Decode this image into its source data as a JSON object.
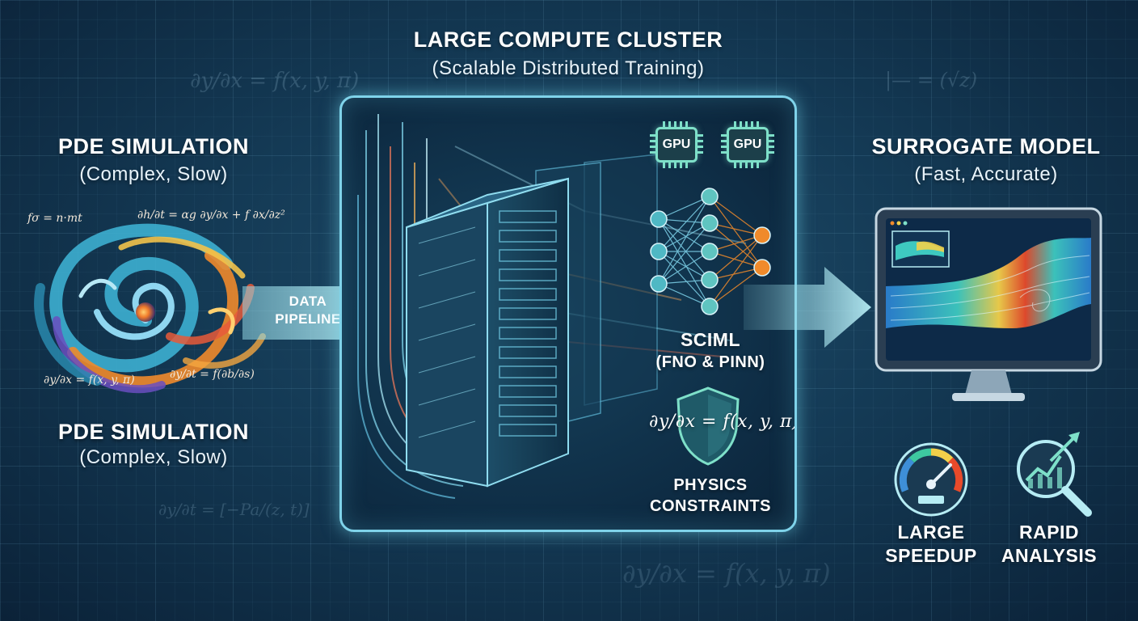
{
  "header": {
    "title": "LARGE COMPUTE CLUSTER",
    "subtitle": "(Scalable Distributed Training)"
  },
  "left": {
    "title": "PDE SIMULATION",
    "subtitle": "(Complex, Slow)",
    "title_repeat": "PDE SIMULATION",
    "subtitle_repeat": "(Complex, Slow)",
    "swirl_formulas": [
      "fσ = n·mt",
      "∂h/∂t = αg ∂y/∂x + f ∂x/∂z²",
      "∂y/∂x = f(x, y, π)",
      "∂y/∂t = f(∂b/∂s)"
    ]
  },
  "pipeline": {
    "label_line1": "DATA",
    "label_line2": "PIPELINE"
  },
  "cluster": {
    "gpu_labels": [
      "GPU",
      "GPU"
    ],
    "sciml_title": "SCIML",
    "sciml_subtitle": "(FNO & PINN)",
    "physics_equation": "∂y/∂x = f(x, y, π)",
    "physics_line1": "PHYSICS",
    "physics_line2": "CONSTRAINTS"
  },
  "right": {
    "title": "SURROGATE MODEL",
    "subtitle": "(Fast, Accurate)",
    "speedup_line1": "LARGE",
    "speedup_line2": "SPEEDUP",
    "analysis_line1": "RAPID",
    "analysis_line2": "ANALYSIS"
  },
  "background_formulas": [
    "∂y/∂x = f(x, y, π)",
    "|—   = (√z)",
    "∂y/∂t = [−Pa/(z, t)]",
    "∂y/∂x = f(x, y, π)"
  ],
  "icons": [
    "gpu-chip-icon",
    "neural-network-icon",
    "shield-icon",
    "speedometer-icon",
    "magnifier-chart-icon",
    "monitor-icon",
    "server-rack-icon",
    "swirl-icon"
  ],
  "colors": {
    "accent": "#7fd3ea",
    "arrow": "#8fd3e0",
    "node_teal": "#4fb8c4",
    "node_orange": "#f08a2b"
  }
}
